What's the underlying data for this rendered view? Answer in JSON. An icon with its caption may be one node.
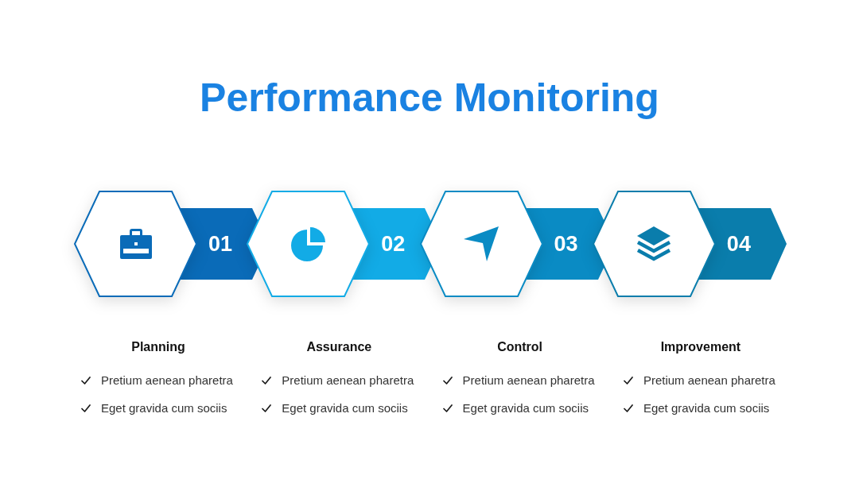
{
  "diagram": {
    "title": "Performance Monitoring",
    "nodes": [
      {
        "text": [],
        "shape": "hexagon",
        "beside": [
          "Planning",
          "Pretium aenean pharetra",
          "Eget gravida cum sociis"
        ]
      },
      {
        "text": [
          "01"
        ]
      },
      {
        "text": [],
        "shape": "hexagon",
        "beside": [
          "Assurance",
          "Pretium aenean pharetra",
          "Eget gravida cum sociis"
        ]
      },
      {
        "text": [
          "02"
        ]
      },
      {
        "text": [],
        "shape": "hexagon",
        "beside": [
          "Control",
          "Pretium aenean pharetra",
          "Eget gravida cum sociis"
        ]
      },
      {
        "text": [
          "03"
        ]
      },
      {
        "text": [],
        "shape": "hexagon",
        "beside": [
          "Improvement",
          "Pretium aenean pharetra",
          "Eget gravida cum sociis"
        ]
      },
      {
        "text": [
          "04"
        ]
      }
    ]
  }
}
